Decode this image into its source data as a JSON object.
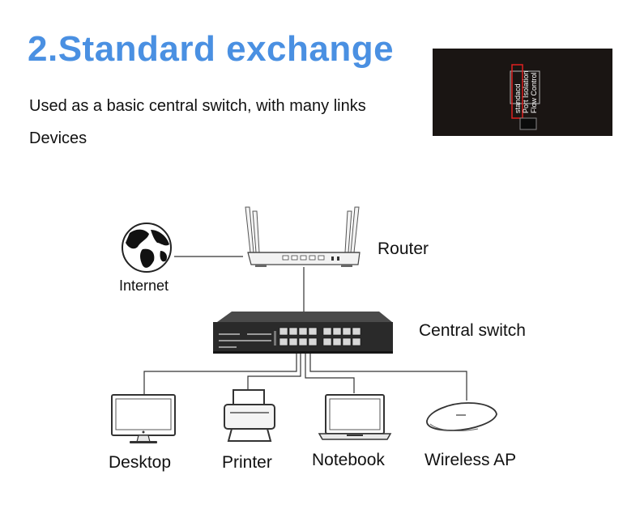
{
  "heading": "2.Standard exchange",
  "description": {
    "line1": "Used as a basic central switch, with many links",
    "line2": "Devices"
  },
  "mode_switch": {
    "options": [
      "standacd",
      "Port Isolation",
      "Flow Control"
    ],
    "selected": "standacd"
  },
  "nodes": {
    "internet": "Internet",
    "router": "Router",
    "switch": "Central switch",
    "desktop": "Desktop",
    "printer": "Printer",
    "notebook": "Notebook",
    "wireless_ap": "Wireless AP"
  },
  "colors": {
    "heading": "#4a90e2",
    "panel_bg": "#1a1513",
    "highlight": "#e02020",
    "switch_body": "#2a2a2a"
  }
}
